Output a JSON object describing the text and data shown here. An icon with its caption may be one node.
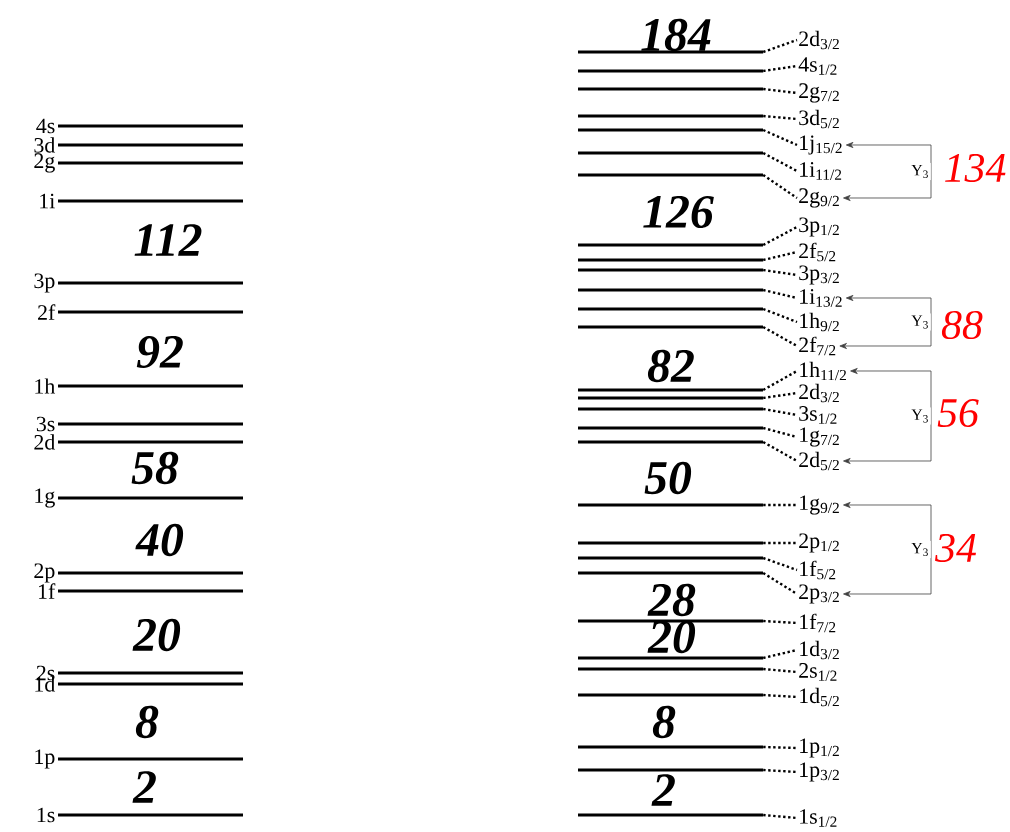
{
  "diagram": {
    "nodes": [
      {
        "text": [],
        "shape": "bar",
        "beside": [
          "4s"
        ]
      },
      {
        "text": [],
        "shape": "bar",
        "beside": [
          "3d"
        ]
      },
      {
        "text": [],
        "shape": "bar",
        "beside": [
          "2g"
        ]
      },
      {
        "text": [],
        "shape": "bar",
        "beside": [
          "1i"
        ]
      },
      {
        "text": [],
        "shape": "bar",
        "beside": [
          "3p"
        ]
      },
      {
        "text": [],
        "shape": "bar",
        "beside": [
          "2f"
        ]
      },
      {
        "text": [],
        "shape": "bar",
        "beside": [
          "1h"
        ]
      },
      {
        "text": [],
        "shape": "bar",
        "beside": [
          "3s"
        ]
      },
      {
        "text": [],
        "shape": "bar",
        "beside": [
          "2d"
        ]
      },
      {
        "text": [],
        "shape": "bar",
        "beside": [
          "1g"
        ]
      },
      {
        "text": [],
        "shape": "bar",
        "beside": [
          "2p"
        ]
      },
      {
        "text": [],
        "shape": "bar",
        "beside": [
          "1f"
        ]
      },
      {
        "text": [],
        "shape": "bar",
        "beside": [
          "2s"
        ]
      },
      {
        "text": [],
        "shape": "bar",
        "beside": [
          "1d"
        ]
      },
      {
        "text": [],
        "shape": "bar",
        "beside": [
          "1p"
        ]
      },
      {
        "text": [],
        "shape": "bar",
        "beside": [
          "1s"
        ]
      },
      {
        "text": [],
        "shape": "bar"
      },
      {
        "text": [],
        "shape": "bar"
      },
      {
        "text": [],
        "shape": "bar"
      },
      {
        "text": [],
        "shape": "bar"
      },
      {
        "text": [],
        "shape": "bar"
      },
      {
        "text": [],
        "shape": "bar"
      },
      {
        "text": [],
        "shape": "bar"
      },
      {
        "text": [],
        "shape": "bar"
      },
      {
        "text": [],
        "shape": "bar"
      },
      {
        "text": [],
        "shape": "bar"
      },
      {
        "text": [],
        "shape": "bar"
      },
      {
        "text": [],
        "shape": "bar"
      },
      {
        "text": [],
        "shape": "bar"
      },
      {
        "text": [],
        "shape": "bar"
      },
      {
        "text": [],
        "shape": "bar"
      },
      {
        "text": [],
        "shape": "bar"
      },
      {
        "text": [],
        "shape": "bar"
      },
      {
        "text": [],
        "shape": "bar"
      },
      {
        "text": [],
        "shape": "bar"
      },
      {
        "text": [],
        "shape": "bar"
      },
      {
        "text": [],
        "shape": "bar"
      },
      {
        "text": [],
        "shape": "bar"
      },
      {
        "text": [],
        "shape": "bar"
      },
      {
        "text": [],
        "shape": "bar"
      },
      {
        "text": [],
        "shape": "bar"
      },
      {
        "text": [],
        "shape": "bar"
      },
      {
        "text": [],
        "shape": "bar"
      },
      {
        "text": [],
        "shape": "bar"
      },
      {
        "text": [],
        "shape": "bar"
      },
      {
        "text": [
          "2d$_{3/2}$"
        ]
      },
      {
        "text": [
          "4s$_{1/2}$"
        ]
      },
      {
        "text": [
          "2g$_{7/2}$"
        ]
      },
      {
        "text": [
          "3d$_{5/2}$"
        ]
      },
      {
        "text": [
          "1j$_{15/2}$"
        ]
      },
      {
        "text": [
          "1i$_{11/2}$"
        ]
      },
      {
        "text": [
          "2g$_{9/2}$"
        ]
      },
      {
        "text": [
          "3p$_{1/2}$"
        ]
      },
      {
        "text": [
          "2f$_{5/2}$"
        ]
      },
      {
        "text": [
          "3p$_{3/2}$"
        ]
      },
      {
        "text": [
          "1i$_{13/2}$"
        ]
      },
      {
        "text": [
          "1h$_{9/2}$"
        ]
      },
      {
        "text": [
          "2f$_{7/2}$"
        ]
      },
      {
        "text": [
          "1h$_{11/2}$"
        ]
      },
      {
        "text": [
          "2d$_{3/2}$"
        ]
      },
      {
        "text": [
          "3s$_{1/2}$"
        ]
      },
      {
        "text": [
          "1g$_{7/2}$"
        ]
      },
      {
        "text": [
          "2d$_{5/2}$"
        ]
      },
      {
        "text": [
          "1g$_{9/2}$"
        ]
      },
      {
        "text": [
          "2p$_{1/2}$"
        ]
      },
      {
        "text": [
          "1f$_{5/2}$"
        ]
      },
      {
        "text": [
          "2p$_{3/2}$"
        ]
      },
      {
        "text": [
          "1f$_{7/2}$"
        ]
      },
      {
        "text": [
          "1d$_{3/2}$"
        ]
      },
      {
        "text": [
          "2s$_{1/2}$"
        ]
      },
      {
        "text": [
          "1d$_{5/2}$"
        ]
      },
      {
        "text": [
          "1p$_{1/2}$"
        ]
      },
      {
        "text": [
          "1p$_{3/2}$"
        ]
      },
      {
        "text": [
          "1s$_{1/2}$"
        ]
      }
    ],
    "edges": [
      {
        "from": 16,
        "to": 45,
        "arrow": "none",
        "style": "dashed"
      },
      {
        "from": 17,
        "to": 46,
        "arrow": "none",
        "style": "dashed"
      },
      {
        "from": 18,
        "to": 47,
        "arrow": "none",
        "style": "dashed"
      },
      {
        "from": 19,
        "to": 48,
        "arrow": "none",
        "style": "dashed"
      },
      {
        "from": 20,
        "to": 49,
        "arrow": "none",
        "style": "dashed"
      },
      {
        "from": 21,
        "to": 50,
        "arrow": "none",
        "style": "dashed"
      },
      {
        "from": 22,
        "to": 51,
        "arrow": "none",
        "style": "dashed"
      },
      {
        "from": 23,
        "to": 52,
        "arrow": "none",
        "style": "dashed"
      },
      {
        "from": 24,
        "to": 53,
        "arrow": "none",
        "style": "dashed"
      },
      {
        "from": 25,
        "to": 54,
        "arrow": "none",
        "style": "dashed"
      },
      {
        "from": 26,
        "to": 55,
        "arrow": "none",
        "style": "dashed"
      },
      {
        "from": 27,
        "to": 56,
        "arrow": "none",
        "style": "dashed"
      },
      {
        "from": 28,
        "to": 57,
        "arrow": "none",
        "style": "dashed"
      },
      {
        "from": 29,
        "to": 58,
        "arrow": "none",
        "style": "dashed"
      },
      {
        "from": 30,
        "to": 59,
        "arrow": "none",
        "style": "dashed"
      },
      {
        "from": 31,
        "to": 60,
        "arrow": "none",
        "style": "dashed"
      },
      {
        "from": 32,
        "to": 61,
        "arrow": "none",
        "style": "dashed"
      },
      {
        "from": 33,
        "to": 62,
        "arrow": "none",
        "style": "dashed"
      },
      {
        "from": 34,
        "to": 63,
        "arrow": "none",
        "style": "dashed"
      },
      {
        "from": 35,
        "to": 64,
        "arrow": "none",
        "style": "dashed"
      },
      {
        "from": 36,
        "to": 65,
        "arrow": "none",
        "style": "dashed"
      },
      {
        "from": 37,
        "to": 66,
        "arrow": "none",
        "style": "dashed"
      },
      {
        "from": 38,
        "to": 67,
        "arrow": "none",
        "style": "dashed"
      },
      {
        "from": 39,
        "to": 68,
        "arrow": "none",
        "style": "dashed"
      },
      {
        "from": 40,
        "to": 69,
        "arrow": "none",
        "style": "dashed"
      },
      {
        "from": 41,
        "to": 70,
        "arrow": "none",
        "style": "dashed"
      },
      {
        "from": 42,
        "to": 71,
        "arrow": "none",
        "style": "dashed"
      },
      {
        "from": 43,
        "to": 72,
        "arrow": "none",
        "style": "dashed"
      },
      {
        "from": 44,
        "to": 73,
        "arrow": "none",
        "style": "dashed"
      },
      {
        "from": 49,
        "to": 51,
        "arrow": "both",
        "label": "Y$_{3}$"
      },
      {
        "from": 55,
        "to": 57,
        "arrow": "both",
        "label": "Y$_{3}$"
      },
      {
        "from": 58,
        "to": 62,
        "arrow": "both",
        "label": "Y$_{3}$"
      },
      {
        "from": 63,
        "to": 66,
        "arrow": "both",
        "label": "Y$_{3}$"
      }
    ],
    "labels": [
      "112",
      "92",
      "58",
      "40",
      "20",
      "8",
      "2",
      "184",
      "126",
      "82",
      "50",
      "28",
      "20",
      "8",
      "2",
      "134",
      "88",
      "56",
      "34"
    ]
  }
}
